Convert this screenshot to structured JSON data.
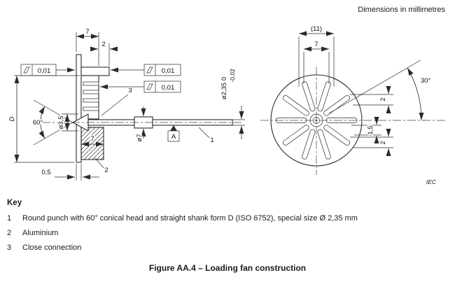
{
  "note": "Dimensions in millimetres",
  "left_view": {
    "dim_width_top": "7",
    "dim_step": "2",
    "tolerances": {
      "left": "0,01",
      "right_top": "0,01",
      "right_bottom": "0,01",
      "symbol": "flatness"
    },
    "dim_D": "D",
    "angle_cone": "60°",
    "dia_hole": "ø3,5",
    "dim_block": "7",
    "dia_boss": "ø7",
    "dia_shank": "ø2,35 0",
    "dia_shank_tol": "-0,02",
    "datum": "A",
    "callout_1": "1",
    "callout_2": "2",
    "callout_3": "3",
    "dim_wall": "0,5"
  },
  "right_view": {
    "dim_outer": "(11)",
    "dim_inner": "7",
    "angle_slot": "30°",
    "dim_rim_top": "2",
    "dim_axis": "1,5",
    "dim_rim_bottom": "2",
    "credit": "IEC"
  },
  "key": {
    "heading": "Key",
    "items": [
      {
        "num": "1",
        "text": "Round punch with 60° conical head and straight shank form D (ISO 6752), special size Ø 2,35 mm"
      },
      {
        "num": "2",
        "text": "Aluminium"
      },
      {
        "num": "3",
        "text": "Close connection"
      }
    ]
  },
  "caption": "Figure AA.4 – Loading fan construction"
}
